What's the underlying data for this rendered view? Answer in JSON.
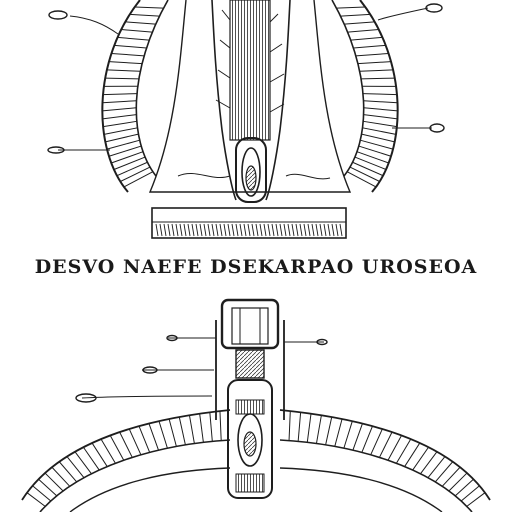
{
  "title": "DESVO NAEFE DSEKARPAO UROSEOA",
  "ink_color": "#1e1e1e",
  "paper_color": "#ffffff",
  "figures": [
    {
      "name": "top-figure",
      "description_label": ""
    },
    {
      "name": "bottom-figure",
      "description_label": ""
    }
  ]
}
